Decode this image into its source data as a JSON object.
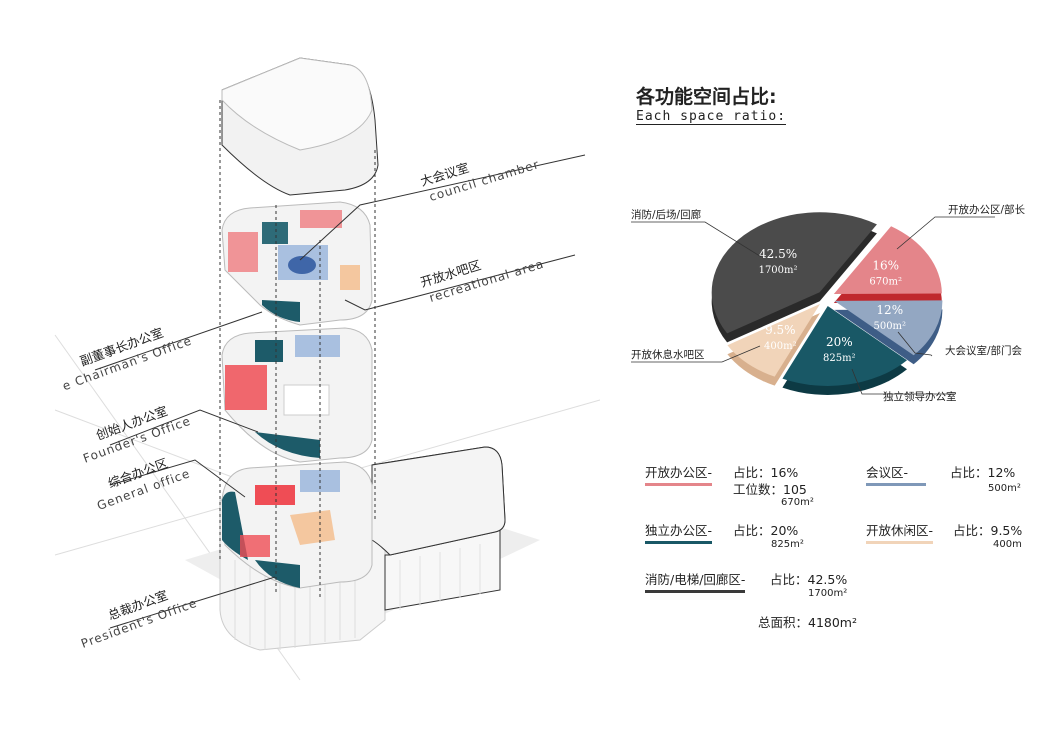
{
  "title": "各功能空间占比:",
  "subtitle": "Each space ratio:",
  "diagram_labels": {
    "council_cn": "大会议室",
    "council_en": "council chamber",
    "recreation_cn": "开放水吧区",
    "recreation_en": "recreational area",
    "vice_cn": "副董事长办公室",
    "vice_en": "e Chairman's Office",
    "founder_cn": "创始人办公室",
    "founder_en": "Founder's Office",
    "general_cn": "综合办公区",
    "general_en": "General office",
    "president_cn": "总裁办公室",
    "president_en": "President's Office"
  },
  "chart_data": {
    "type": "pie",
    "title": "各功能空间占比:",
    "slices": [
      {
        "name": "开放办公区/部长",
        "percent_label": "16%",
        "area": "670m²",
        "value": 16,
        "color": "#e4858a",
        "side": "#c0282d"
      },
      {
        "name": "大会议室/部门会",
        "percent_label": "12%",
        "area": "500m²",
        "value": 12,
        "color": "#93a7c2",
        "side": "#3e5d86"
      },
      {
        "name": "独立领导办公室",
        "percent_label": "20%",
        "area": "825m²",
        "value": 20,
        "color": "#195866",
        "side": "#0d3a44"
      },
      {
        "name": "开放休息水吧区",
        "percent_label": "9.5%",
        "area": "400m²",
        "value": 9.5,
        "color": "#f1d4b9",
        "side": "#d8b08e"
      },
      {
        "name": "消防/后场/回廊",
        "percent_label": "42.5%",
        "area": "1700m²",
        "value": 42.5,
        "color": "#4b4b4b",
        "side": "#2a2a2a"
      }
    ]
  },
  "legend": [
    {
      "key": "开放办公区-",
      "ratio": "占比：16%",
      "extra": "工位数：105",
      "area": "670m²",
      "color": "#e4858a"
    },
    {
      "key": "会议区-",
      "ratio": "占比：12%",
      "area": "500m²",
      "color": "#7f98b8"
    },
    {
      "key": "独立办公区-",
      "ratio": "占比：20%",
      "area": "825m²",
      "color": "#195866"
    },
    {
      "key": "开放休闲区-",
      "ratio": "占比：9.5%",
      "area": "400m",
      "color": "#f1d4b9"
    },
    {
      "key": "消防/电梯/回廊区-",
      "ratio": "占比：42.5%",
      "area": "1700m²",
      "color": "#3a3a3a"
    }
  ],
  "total": "总面积：4180m²"
}
